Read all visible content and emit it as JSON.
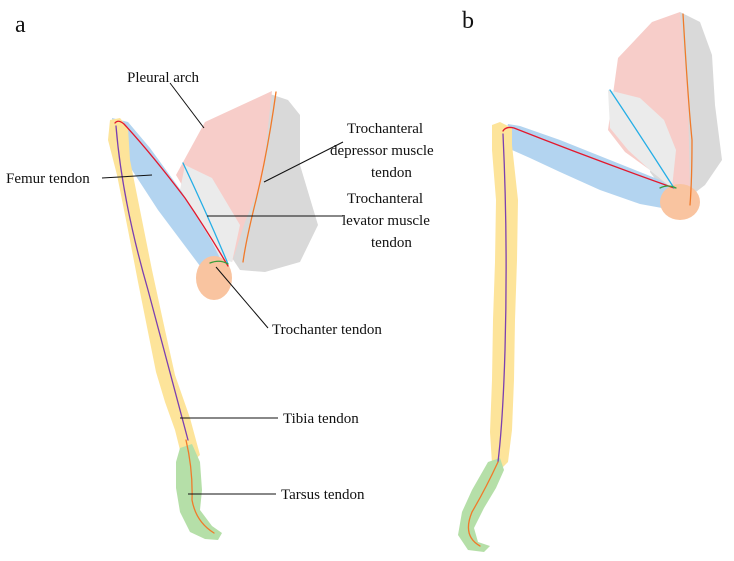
{
  "panels": {
    "a": "a",
    "b": "b"
  },
  "labels": {
    "pleural_arch": "Pleural arch",
    "femur_tendon": "Femur tendon",
    "depressor": [
      "Trochanteral",
      "depressor muscle",
      "tendon"
    ],
    "levator": [
      "Trochanteral",
      "levator muscle",
      "tendon"
    ],
    "trochanter_tendon": "Trochanter tendon",
    "tibia_tendon": "Tibia tendon",
    "tarsus_tendon": "Tarsus tendon"
  },
  "colors": {
    "coxa_pink": "#f7cdc9",
    "coxa_gray": "#d9d9d9",
    "coxa_light": "#ebebeb",
    "trochanter": "#f9c4a0",
    "femur": "#b3d4f0",
    "tibia": "#fde49a",
    "tarsus": "#b5dfa8",
    "tendon_red": "#e3182d",
    "tendon_purple": "#7b3fb0",
    "tendon_orange": "#f07a2a",
    "tendon_cyan": "#25aee6",
    "tendon_green": "#3a9d3a"
  }
}
